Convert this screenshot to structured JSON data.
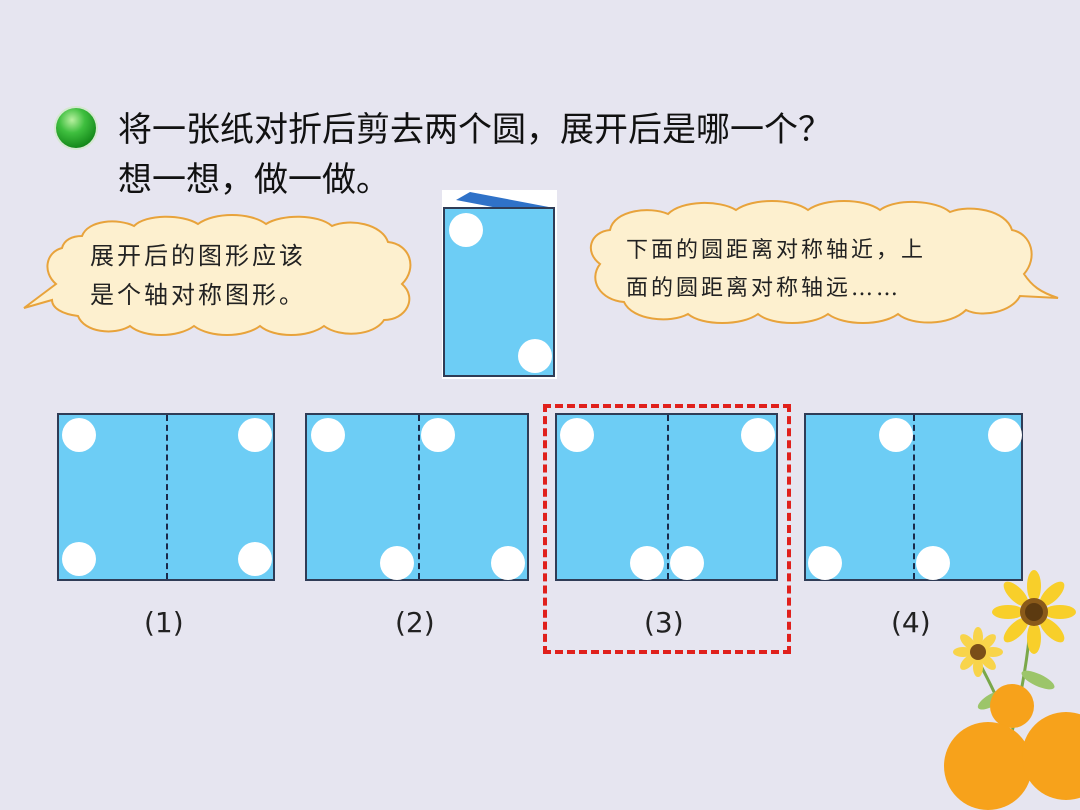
{
  "question": {
    "line1": "将一张纸对折后剪去两个圆，展开后是哪一个？",
    "line2": "想一想，做一做。"
  },
  "bubble_left": {
    "line1": "展开后的图形应该",
    "line2": "是个轴对称图形。"
  },
  "bubble_right": {
    "line1": "下面的圆距离对称轴近，上",
    "line2": "面的圆距离对称轴远……"
  },
  "options": [
    {
      "label": "(1)"
    },
    {
      "label": "(2)"
    },
    {
      "label": "(3)",
      "selected": true
    },
    {
      "label": "(4)"
    }
  ],
  "colors": {
    "background": "#e6e5f0",
    "paper_fill": "#6dcdf5",
    "selection_border": "#e0201c",
    "bubble_fill": "#fdf0cf",
    "bubble_stroke": "#e8a33b",
    "decoration_orange": "#f7a21b"
  },
  "icons": {
    "bullet": "green-ball-bullet-icon",
    "decoration": "sunflower-decoration"
  }
}
